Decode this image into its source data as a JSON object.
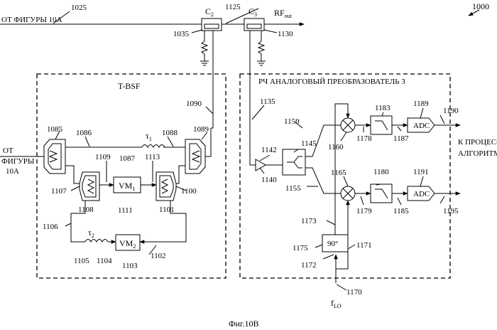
{
  "figure": {
    "number": "1000",
    "caption": "Фиг.10В",
    "from_fig_top": "ОТ ФИГУРЫ 10А",
    "from_fig_left_1": "ОТ",
    "from_fig_left_2": "ФИГУРЫ",
    "from_fig_left_3": "10А",
    "to_processor_1": "К ПРОЦЕССОРУ",
    "to_processor_2": "АЛГОРИТМА"
  },
  "couplers": {
    "c2": "C",
    "c2_sub": "2",
    "c3": "C",
    "c3_sub": "3",
    "rf_out": "RF",
    "rf_out_sub": "out"
  },
  "blocks": {
    "tbsf_title": "T-BSF",
    "converter_title": "РЧ АНАЛОГОВЫЙ ПРЕОБРАЗОВАТЕЛЬ 3",
    "vm1": "VM",
    "vm1_sub": "1",
    "vm2": "VM",
    "vm2_sub": "2",
    "tau1": "τ",
    "tau1_sub": "1",
    "tau2": "τ",
    "tau2_sub": "2",
    "phase_90": "90°",
    "adc_top": "ADC",
    "adc_bottom": "ADC",
    "flo": "f",
    "flo_sub": "LO"
  },
  "refs": {
    "r1025": "1025",
    "r1125": "1125",
    "r1035": "1035",
    "r1130": "1130",
    "r1090": "1090",
    "r1135": "1135",
    "r1085": "1085",
    "r1086": "1086",
    "r1088": "1088",
    "r1089": "1089",
    "r1109": "1109",
    "r1087": "1087",
    "r1113": "1113",
    "r1107": "1107",
    "r1108": "1108",
    "r1111": "1111",
    "r1100": "1100",
    "r1101": "1101",
    "r1106": "1106",
    "r1105": "1105",
    "r1104": "1104",
    "r1103": "1103",
    "r1102": "1102",
    "r1150": "1150",
    "r1145": "1145",
    "r1142": "1142",
    "r1140": "1140",
    "r1155": "1155",
    "r1160": "1160",
    "r1165": "1165",
    "r1183": "1183",
    "r1178": "1178",
    "r1187": "1187",
    "r1189": "1189",
    "r1190": "1190",
    "r1180": "1180",
    "r1179": "1179",
    "r1185": "1185",
    "r1191": "1191",
    "r1195": "1195",
    "r1173": "1173",
    "r1175": "1175",
    "r1171": "1171",
    "r1172": "1172",
    "r1170": "1170"
  }
}
